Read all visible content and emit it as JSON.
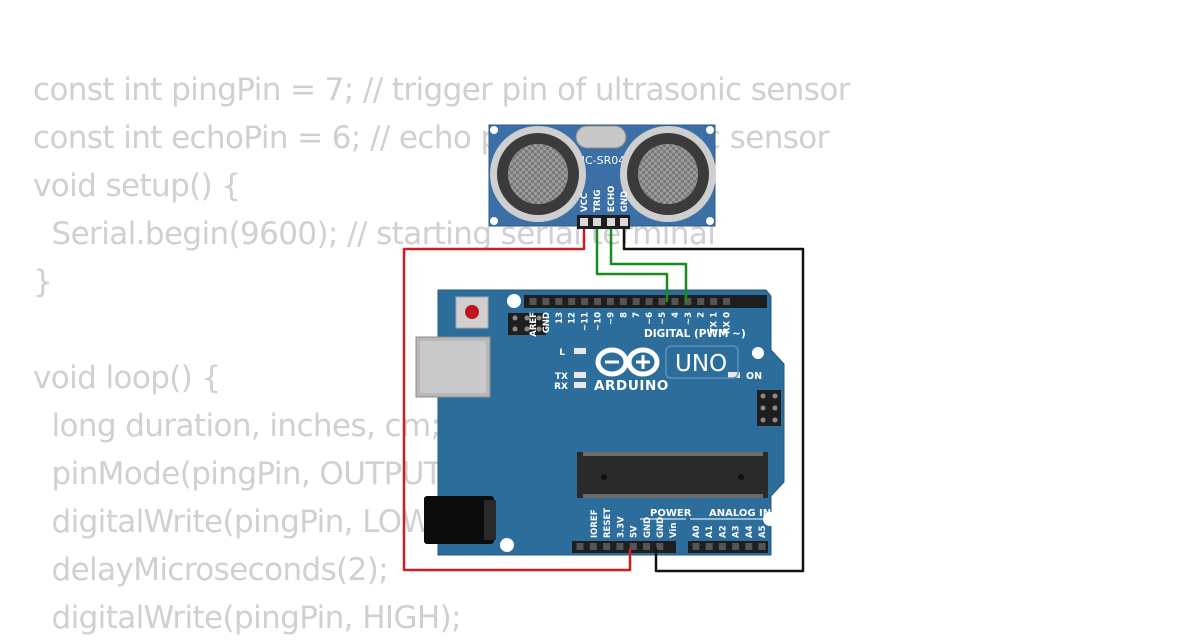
{
  "code": {
    "lines": [
      "const int pingPin = 7; // trigger pin of ultrasonic sensor",
      "const int echoPin = 6; // echo pin of ultrasonic sensor",
      "void setup() {",
      "  Serial.begin(9600); // starting serial terminal",
      "}",
      "",
      "void loop() {",
      "  long duration, inches, cm;",
      "  pinMode(pingPin, OUTPUT);",
      "  digitalWrite(pingPin, LOW);",
      "  delayMicroseconds(2);",
      "  digitalWrite(pingPin, HIGH);"
    ]
  },
  "sensor": {
    "model": "HC-SR04",
    "pins": [
      "VCC",
      "TRIG",
      "ECHO",
      "GND"
    ],
    "board_color": "#3b6fa6"
  },
  "arduino": {
    "brand": "ARDUINO",
    "model": "UNO",
    "board_color": "#2d6d9c",
    "label_digital": "DIGITAL (PWM ~)",
    "label_power": "POWER",
    "label_analog": "ANALOG IN",
    "label_on": "ON",
    "led_l": "L",
    "led_tx": "TX",
    "led_rx": "RX",
    "digital_pins": [
      "AREF",
      "GND",
      "13",
      "12",
      "~11",
      "~10",
      "~9",
      "8",
      "7",
      "~6",
      "~5",
      "4",
      "~3",
      "2",
      "TX 1",
      "RX 0"
    ],
    "power_pins": [
      "IOREF",
      "RESET",
      "3.3V",
      "5V",
      "GND",
      "GND",
      "Vin"
    ],
    "analog_pins": [
      "A0",
      "A1",
      "A2",
      "A3",
      "A4",
      "A5"
    ]
  },
  "wires": {
    "vcc_color": "#cc1f1f",
    "signal_color": "#1a8a1a",
    "gnd_color": "#111111"
  }
}
